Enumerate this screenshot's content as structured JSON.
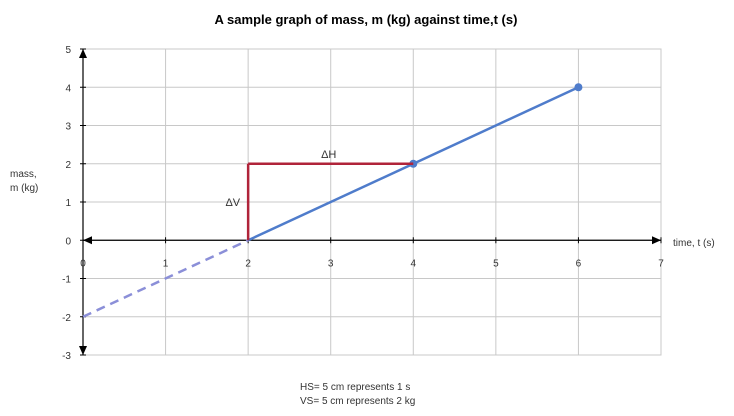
{
  "chart_data": {
    "type": "line",
    "title": "A sample graph of mass, m (kg) against time,t (s)",
    "xlabel": "time, t (s)",
    "ylabel_line1": "mass,",
    "ylabel_line2": "m (kg)",
    "xlim": [
      0,
      7
    ],
    "ylim": [
      -3,
      5
    ],
    "x_ticks": [
      0,
      1,
      2,
      3,
      4,
      5,
      6,
      7
    ],
    "y_ticks": [
      -3,
      -2,
      -1,
      0,
      1,
      2,
      3,
      4,
      5
    ],
    "grid": true,
    "series": [
      {
        "style": "solid",
        "color": "#4f7ccb",
        "x": [
          2,
          6
        ],
        "y": [
          0,
          4
        ],
        "markers": [
          [
            4,
            2
          ],
          [
            6,
            4
          ]
        ]
      },
      {
        "style": "dashed",
        "color": "#8b8fd8",
        "x": [
          0,
          2
        ],
        "y": [
          -2,
          0
        ]
      }
    ],
    "triangle": {
      "color": "#b0243a",
      "horizontal": {
        "x": [
          2,
          4
        ],
        "y": 2,
        "label": "ΔH"
      },
      "vertical": {
        "x": 2,
        "y": [
          0,
          2
        ],
        "label": "ΔV"
      }
    }
  },
  "notes": {
    "hs": "HS= 5 cm represents 1 s",
    "vs": "VS= 5 cm represents 2 kg"
  }
}
